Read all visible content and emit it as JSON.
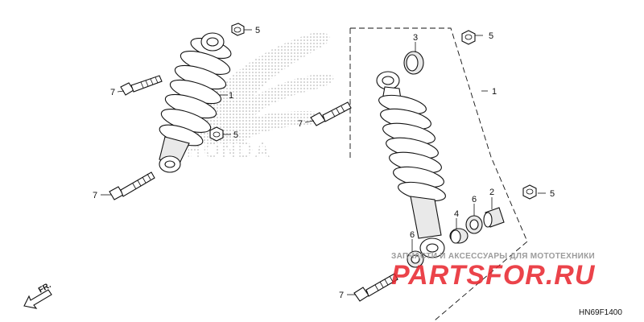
{
  "diagram": {
    "callouts": {
      "left_spring": "1",
      "left_top_nut": "5",
      "left_mid_nut": "5",
      "left_top_bolt": "7",
      "left_bottom_bolt": "7",
      "bracket": "1",
      "right_bushing_top": "3",
      "right_top_nut": "5",
      "right_bolt_upper": "7",
      "collar_2": "2",
      "bush_4": "4",
      "bearing_6a": "6",
      "bearing_6b": "6",
      "right_bottom_nut": "5",
      "right_bottom_bolt": "7"
    },
    "direction_label": "FR.",
    "brand_watermark": "HONDA",
    "site_watermark": "PARTSFOR.RU",
    "site_tagline": "ЗАПЧАСТИ И АКСЕССУАРЫ ДЛЯ МОТОТЕХНИКИ",
    "diagram_code": "HN69F1400",
    "colors": {
      "watermark_red": "#e8222a",
      "watermark_grey": "#9b9b9b",
      "line": "#111111"
    }
  }
}
